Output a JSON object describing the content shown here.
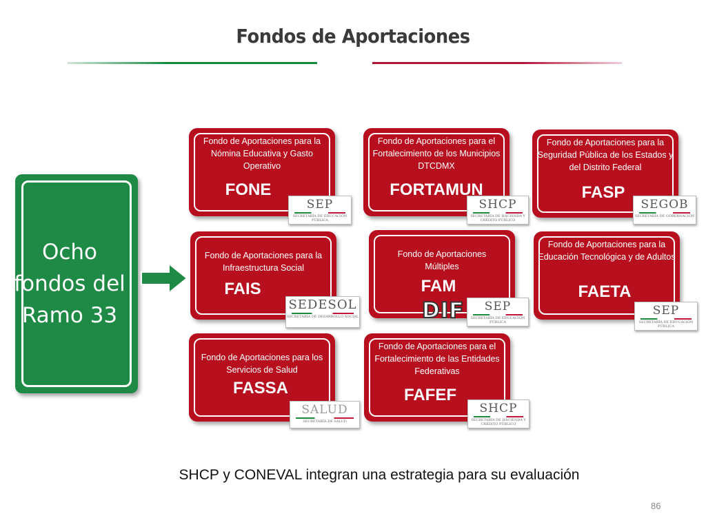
{
  "title": "Fondos de Aportaciones",
  "main_box": {
    "label": "Ocho fondos del Ramo 33"
  },
  "funds": [
    {
      "description": "Fondo de Aportaciones para la Nómina Educativa y Gasto Operativo",
      "acronym": "FONE",
      "logo": {
        "name": "SEP",
        "sub": "SECRETARÍA DE EDUCACIÓN PÚBLICA"
      }
    },
    {
      "description": "Fondo de Aportaciones para el Fortalecimiento de los Municipios DTCDMX",
      "acronym": "FORTAMUN",
      "logo": {
        "name": "SHCP",
        "sub": "SECRETARÍA DE HACIENDA Y CRÉDITO PÚBLICO"
      }
    },
    {
      "description": "Fondo de Aportaciones para la Seguridad Pública de los Estados y del Distrito Federal",
      "acronym": "FASP",
      "logo": {
        "name": "SEGOB",
        "sub": "SECRETARÍA DE GOBERNACIÓN"
      }
    },
    {
      "description": "Fondo de Aportaciones para la Infraestructura Social",
      "acronym": "FAIS",
      "logo": {
        "name": "SEDESOL",
        "sub": "SECRETARÍA DE DESARROLLO SOCIAL"
      }
    },
    {
      "description": "Fondo de Aportaciones Múltiples",
      "acronym": "FAM",
      "logo": {
        "name": "SEP",
        "sub": "SECRETARÍA DE EDUCACIÓN PÚBLICA"
      },
      "extra_logo": "DIF"
    },
    {
      "description": "Fondo de Aportaciones para la Educación Tecnológica y de Adultos",
      "acronym": "FAETA",
      "logo": {
        "name": "SEP",
        "sub": "SECRETARÍA DE EDUCACIÓN PÚBLICA"
      }
    },
    {
      "description": "Fondo de Aportaciones para los Servicios de Salud",
      "acronym": "FASSA",
      "logo": {
        "name": "SALUD",
        "sub": "SECRETARÍA DE SALUD"
      }
    },
    {
      "description": "Fondo de Aportaciones para el Fortalecimiento de las Entidades Federativas",
      "acronym": "FAFEF",
      "logo": {
        "name": "SHCP",
        "sub": "SECRETARÍA DE HACIENDA Y CRÉDITO PÚBLICO"
      }
    }
  ],
  "footer": "SHCP y CONEVAL integran una estrategia para su evaluación",
  "page_number": "86",
  "colors": {
    "accent_green": "#1f8a45",
    "accent_red": "#b80f1f",
    "title_text": "#3a3a3a"
  }
}
